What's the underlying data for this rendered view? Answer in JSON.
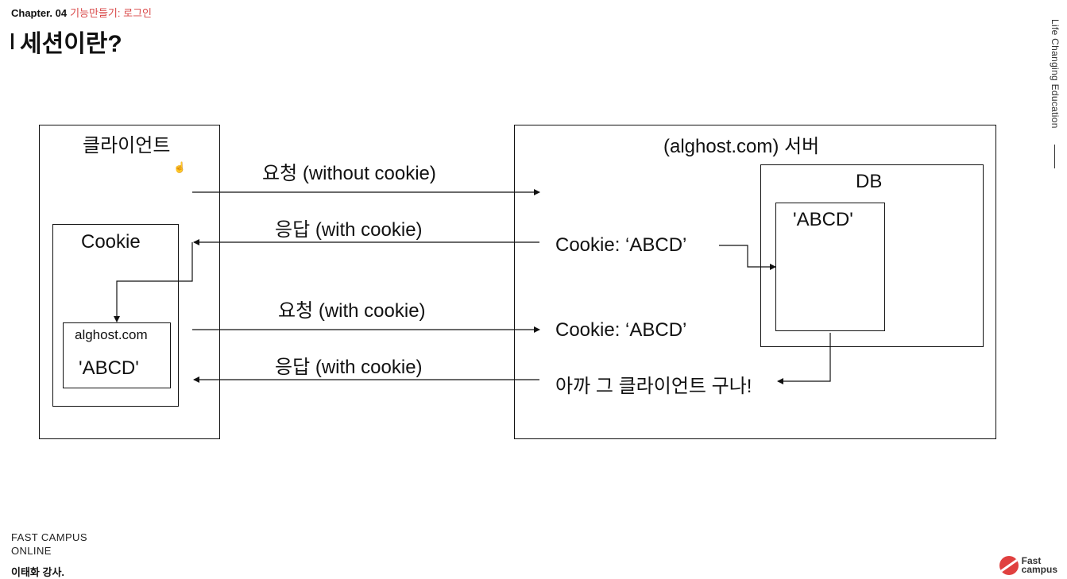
{
  "header": {
    "chapter": "Chapter. 04",
    "chapter_subtitle": "기능만들기: 로그인",
    "title": "세션이란?",
    "side_text": "Life Changing Education"
  },
  "diagram": {
    "client_label": "클라이언트",
    "cookie_box_label": "Cookie",
    "cookie_domain": "alghost.com",
    "cookie_value": "'ABCD'",
    "server_label": "(alghost.com) 서버",
    "db_label": "DB",
    "db_value": "'ABCD'",
    "msg1_request": "요청 (without cookie)",
    "msg2_response": "응답 (with cookie)",
    "msg2_cookie": "Cookie: ‘ABCD’",
    "msg3_request": "요청 (with cookie)",
    "msg3_cookie": "Cookie: ‘ABCD’",
    "msg4_response": "응답 (with cookie)",
    "msg4_server_note": "아까 그 클라이언트 구나!"
  },
  "footer": {
    "org_line1": "FAST CAMPUS",
    "org_line2": "ONLINE",
    "instructor": "이태화 강사.",
    "logo_line1": "Fast",
    "logo_line2": "campus"
  },
  "colors": {
    "accent_red": "#d94a4a",
    "logo_red": "#e0403f",
    "line": "#111111"
  },
  "icons": {
    "cursor": "hand-pointer-icon"
  }
}
